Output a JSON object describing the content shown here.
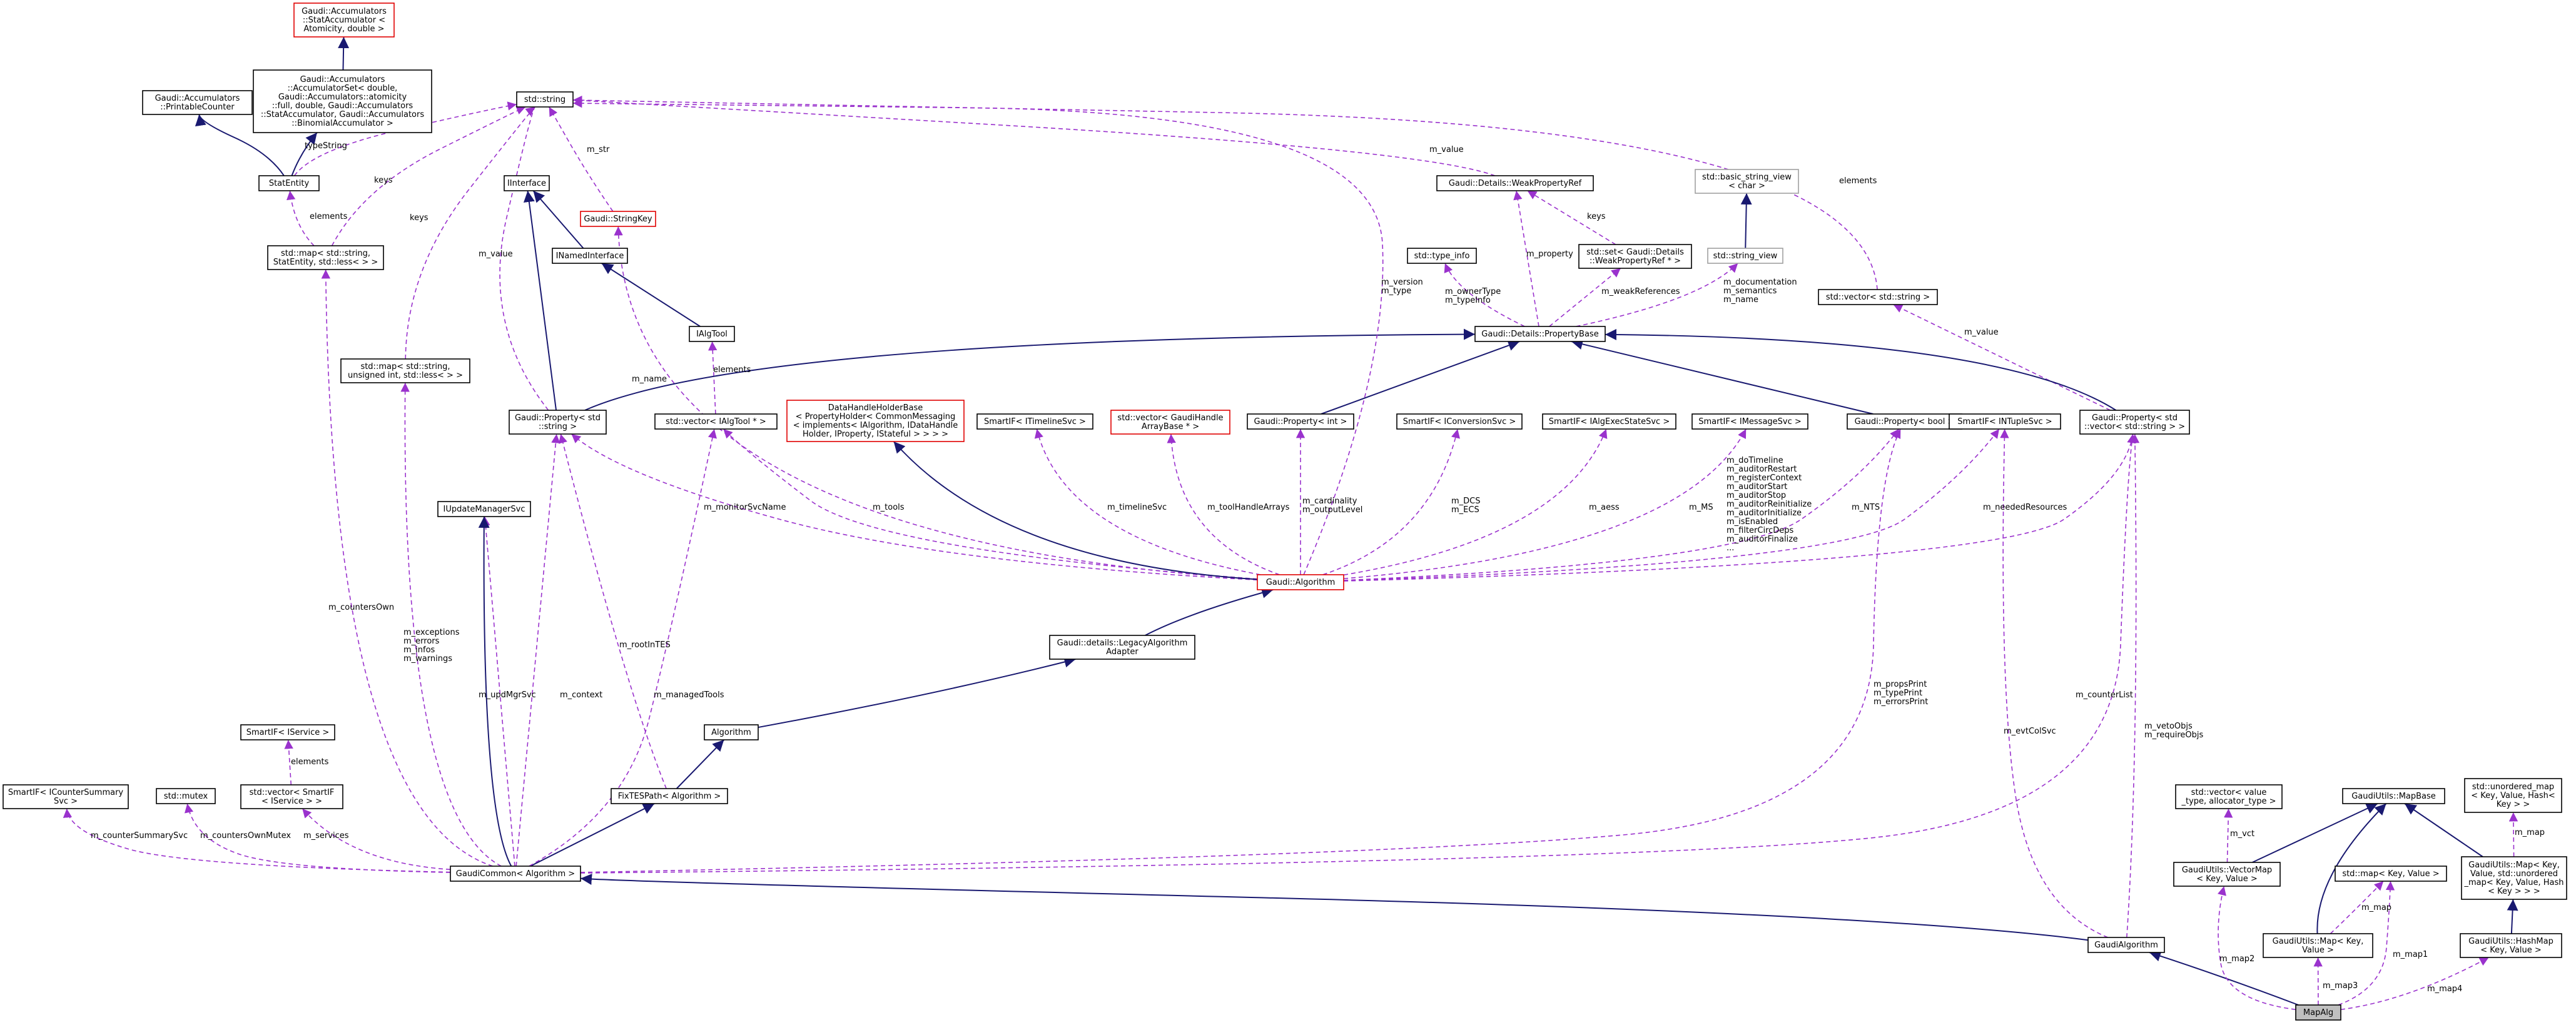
{
  "nodes": {
    "stat_accumulator": {
      "label": [
        "Gaudi::Accumulators",
        "::StatAccumulator <",
        "Atomicity, double >"
      ],
      "style": "red"
    },
    "printable_counter": {
      "label": [
        "Gaudi::Accumulators",
        "::PrintableCounter"
      ],
      "style": "normal"
    },
    "accumulator_set": {
      "label": [
        "Gaudi::Accumulators",
        "::AccumulatorSet< double,",
        "Gaudi::Accumulators::atomicity",
        "::full, double, Gaudi::Accumulators",
        "::StatAccumulator, Gaudi::Accumulators",
        "::BinomialAccumulator >"
      ],
      "style": "normal"
    },
    "std_string": {
      "label": [
        "std::string"
      ],
      "style": "normal"
    },
    "stat_entity": {
      "label": [
        "StatEntity"
      ],
      "style": "normal"
    },
    "iinterface": {
      "label": [
        "IInterface"
      ],
      "style": "normal"
    },
    "string_key": {
      "label": [
        "Gaudi::StringKey"
      ],
      "style": "red"
    },
    "inamed_interface": {
      "label": [
        "INamedInterface"
      ],
      "style": "normal"
    },
    "map_stat_entity": {
      "label": [
        "std::map< std::string,",
        "StatEntity, std::less< > >"
      ],
      "style": "normal"
    },
    "ialg_tool": {
      "label": [
        "IAlgTool"
      ],
      "style": "normal"
    },
    "map_unsigned": {
      "label": [
        "std::map< std::string,",
        "unsigned int, std::less< > >"
      ],
      "style": "normal"
    },
    "property_string": {
      "label": [
        "Gaudi::Property< std",
        "::string >"
      ],
      "style": "normal"
    },
    "vector_ialgtool": {
      "label": [
        "std::vector< IAlgTool * >"
      ],
      "style": "normal"
    },
    "datahandle_holder": {
      "label": [
        "DataHandleHolderBase",
        "< PropertyHolder< CommonMessaging",
        "< implements< IAlgorithm, IDataHandle",
        "Holder, IProperty, IStateful > > > >"
      ],
      "style": "red"
    },
    "smartif_itimeline": {
      "label": [
        "SmartIF< ITimelineSvc >"
      ],
      "style": "normal"
    },
    "vector_gaudihandle": {
      "label": [
        "std::vector< GaudiHandle",
        "ArrayBase * >"
      ],
      "style": "red"
    },
    "property_int": {
      "label": [
        "Gaudi::Property< int >"
      ],
      "style": "normal"
    },
    "smartif_iconversion": {
      "label": [
        "SmartIF< IConversionSvc >"
      ],
      "style": "normal"
    },
    "smartif_ialgexec": {
      "label": [
        "SmartIF< IAlgExecStateSvc >"
      ],
      "style": "normal"
    },
    "smartif_imessage": {
      "label": [
        "SmartIF< IMessageSvc >"
      ],
      "style": "normal"
    },
    "property_bool": {
      "label": [
        "Gaudi::Property< bool >"
      ],
      "style": "normal"
    },
    "smartif_intuple": {
      "label": [
        "SmartIF< INTupleSvc >"
      ],
      "style": "normal"
    },
    "property_vector_string": {
      "label": [
        "Gaudi::Property< std",
        "::vector< std::string > >"
      ],
      "style": "normal"
    },
    "weak_property_ref": {
      "label": [
        "Gaudi::Details::WeakPropertyRef"
      ],
      "style": "normal"
    },
    "string_view_basic": {
      "label": [
        "std::basic_string_view",
        "< char >"
      ],
      "style": "gray"
    },
    "type_info": {
      "label": [
        "std::type_info"
      ],
      "style": "normal"
    },
    "set_weak_ref": {
      "label": [
        "std::set< Gaudi::Details",
        "::WeakPropertyRef * >"
      ],
      "style": "normal"
    },
    "string_view": {
      "label": [
        "std::string_view"
      ],
      "style": "gray"
    },
    "vector_string": {
      "label": [
        "std::vector< std::string >"
      ],
      "style": "normal"
    },
    "property_base": {
      "label": [
        "Gaudi::Details::PropertyBase"
      ],
      "style": "normal"
    },
    "iupdate_manager": {
      "label": [
        "IUpdateManagerSvc"
      ],
      "style": "normal"
    },
    "gaudi_algorithm_red": {
      "label": [
        "Gaudi::Algorithm"
      ],
      "style": "red"
    },
    "legacy_adapter": {
      "label": [
        "Gaudi::details::LegacyAlgorithm",
        "Adapter"
      ],
      "style": "normal"
    },
    "algorithm": {
      "label": [
        "Algorithm"
      ],
      "style": "normal"
    },
    "smartif_iservice": {
      "label": [
        "SmartIF< IService >"
      ],
      "style": "normal"
    },
    "vector_smartif": {
      "label": [
        "std::vector< SmartIF",
        "< IService > >"
      ],
      "style": "normal"
    },
    "smartif_icounter": {
      "label": [
        "SmartIF< ICounterSummary",
        "Svc >"
      ],
      "style": "normal"
    },
    "std_mutex": {
      "label": [
        "std::mutex"
      ],
      "style": "normal"
    },
    "fixtespath": {
      "label": [
        "FixTESPath< Algorithm >"
      ],
      "style": "normal"
    },
    "gaudicommon": {
      "label": [
        "GaudiCommon< Algorithm >"
      ],
      "style": "normal"
    },
    "vector_value": {
      "label": [
        "std::vector< value",
        "_type, allocator_type >"
      ],
      "style": "normal"
    },
    "mapbase": {
      "label": [
        "GaudiUtils::MapBase"
      ],
      "style": "normal"
    },
    "unordered_map": {
      "label": [
        "std::unordered_map",
        "< Key, Value, Hash<",
        "Key > >"
      ],
      "style": "normal"
    },
    "vectormap": {
      "label": [
        "GaudiUtils::VectorMap",
        "< Key, Value >"
      ],
      "style": "normal"
    },
    "std_map_kv": {
      "label": [
        "std::map< Key, Value >"
      ],
      "style": "normal"
    },
    "gu_map_unordered": {
      "label": [
        "GaudiUtils::Map< Key,",
        "Value, std::unordered",
        "_map< Key, Value, Hash",
        "< Key > > >"
      ],
      "style": "normal"
    },
    "gu_map": {
      "label": [
        "GaudiUtils::Map< Key,",
        "Value >"
      ],
      "style": "normal"
    },
    "hashmap": {
      "label": [
        "GaudiUtils::HashMap",
        "< Key, Value >"
      ],
      "style": "normal"
    },
    "gaudi_algorithm": {
      "label": [
        "GaudiAlgorithm"
      ],
      "style": "normal"
    },
    "mapalg": {
      "label": [
        "MapAlg"
      ],
      "style": "selected"
    }
  },
  "edge_labels": {
    "typeString": [
      "typeString"
    ],
    "keys_1": [
      "keys"
    ],
    "elements_1": [
      "elements"
    ],
    "keys_2": [
      "keys"
    ],
    "m_str": [
      "m_str"
    ],
    "m_value_1": [
      "m_value"
    ],
    "m_value_2": [
      "m_value"
    ],
    "elements_2": [
      "elements"
    ],
    "keys_3": [
      "keys"
    ],
    "m_name": [
      "m_name"
    ],
    "elements_3": [
      "elements"
    ],
    "m_ownerType": [
      "m_ownerType",
      "m_typeInfo"
    ],
    "m_property": [
      "m_property"
    ],
    "m_weakReferences": [
      "m_weakReferences"
    ],
    "m_documentation": [
      "m_documentation",
      "m_semantics",
      "m_name"
    ],
    "m_value_3": [
      "m_value"
    ],
    "m_version": [
      "m_version",
      "m_type"
    ],
    "m_monitorSvcName": [
      "m_monitorSvcName"
    ],
    "m_tools": [
      "m_tools"
    ],
    "m_timelineSvc": [
      "m_timelineSvc"
    ],
    "m_toolHandleArrays": [
      "m_toolHandleArrays"
    ],
    "m_cardinality": [
      "m_cardinality",
      "m_outputLevel"
    ],
    "m_DCS": [
      "m_DCS",
      "m_ECS"
    ],
    "m_aess": [
      "m_aess"
    ],
    "m_MS": [
      "m_MS"
    ],
    "m_doTimeline": [
      "m_doTimeline",
      "m_auditorRestart",
      "m_registerContext",
      "m_auditorStart",
      "m_auditorStop",
      "m_auditorReinitialize",
      "m_auditorInitialize",
      "m_isEnabled",
      "m_filterCircDeps",
      "m_auditorFinalize",
      "..."
    ],
    "m_NTS": [
      "m_NTS"
    ],
    "m_neededResources": [
      "m_neededResources"
    ],
    "m_countersOwn": [
      "m_countersOwn"
    ],
    "m_exceptions": [
      "m_exceptions",
      "m_errors",
      "m_infos",
      "m_warnings"
    ],
    "m_updMgrSvc": [
      "m_updMgrSvc"
    ],
    "m_context": [
      "m_context"
    ],
    "m_rootInTES": [
      "m_rootInTES"
    ],
    "m_managedTools": [
      "m_managedTools"
    ],
    "elements_4": [
      "elements"
    ],
    "m_counterSummarySvc": [
      "m_counterSummarySvc"
    ],
    "m_countersOwnMutex": [
      "m_countersOwnMutex"
    ],
    "m_services": [
      "m_services"
    ],
    "m_propsPrint": [
      "m_propsPrint",
      "m_typePrint",
      "m_errorsPrint"
    ],
    "m_evtColSvc": [
      "m_evtColSvc"
    ],
    "m_counterList": [
      "m_counterList"
    ],
    "m_vetoObjs": [
      "m_vetoObjs",
      "m_requireObjs"
    ],
    "m_vct": [
      "m_vct"
    ],
    "m_map": [
      "m_map"
    ],
    "m_map_2": [
      "m_map"
    ],
    "m_map1": [
      "m_map1"
    ],
    "m_map2": [
      "m_map2"
    ],
    "m_map3": [
      "m_map3"
    ],
    "m_map4": [
      "m_map4"
    ]
  }
}
